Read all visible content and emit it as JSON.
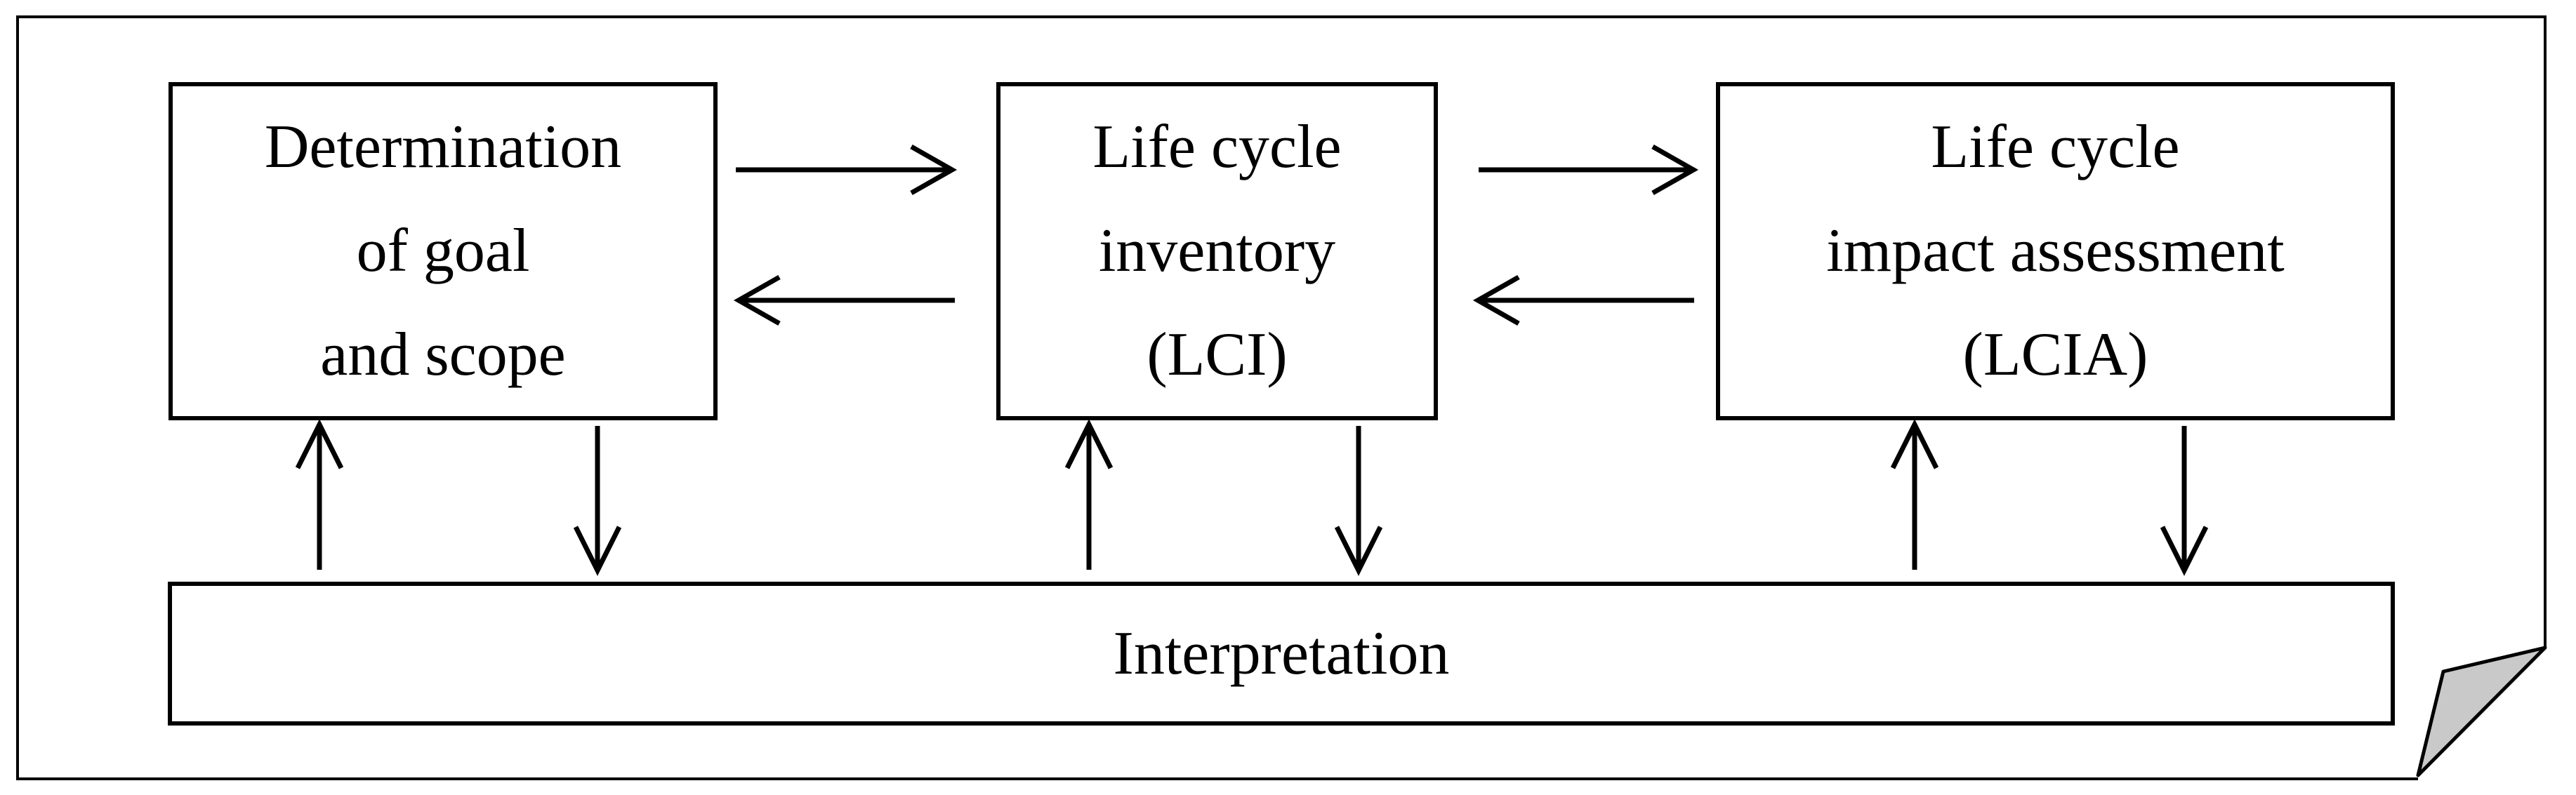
{
  "figure": {
    "title": "Life cycle assessment framework diagram",
    "colors": {
      "ink": "#000000",
      "box_fill": "#ffffff",
      "background": "#ffffff",
      "page_curl_fill": "#c9c9c9"
    },
    "boxes": [
      {
        "id": "goal-and-scope",
        "lines": [
          "Determination",
          "of goal",
          "and scope"
        ]
      },
      {
        "id": "lci",
        "lines": [
          "Life cycle",
          "inventory",
          "(LCI)"
        ]
      },
      {
        "id": "lcia",
        "lines": [
          "Life cycle",
          "impact assessment",
          "(LCIA)"
        ]
      },
      {
        "id": "interpretation",
        "lines": [
          "Interpretation"
        ]
      }
    ],
    "arrows": {
      "horizontal": [
        "goal-and-scope to lci (right)",
        "lci to goal-and-scope (left)",
        "lci to lcia (right)",
        "lcia to lci (left)"
      ],
      "vertical": [
        "interpretation to goal-and-scope (up)",
        "goal-and-scope to interpretation (down)",
        "interpretation to lci (up)",
        "lci to interpretation (down)",
        "interpretation to lcia (up)",
        "lcia to interpretation (down)"
      ]
    }
  }
}
